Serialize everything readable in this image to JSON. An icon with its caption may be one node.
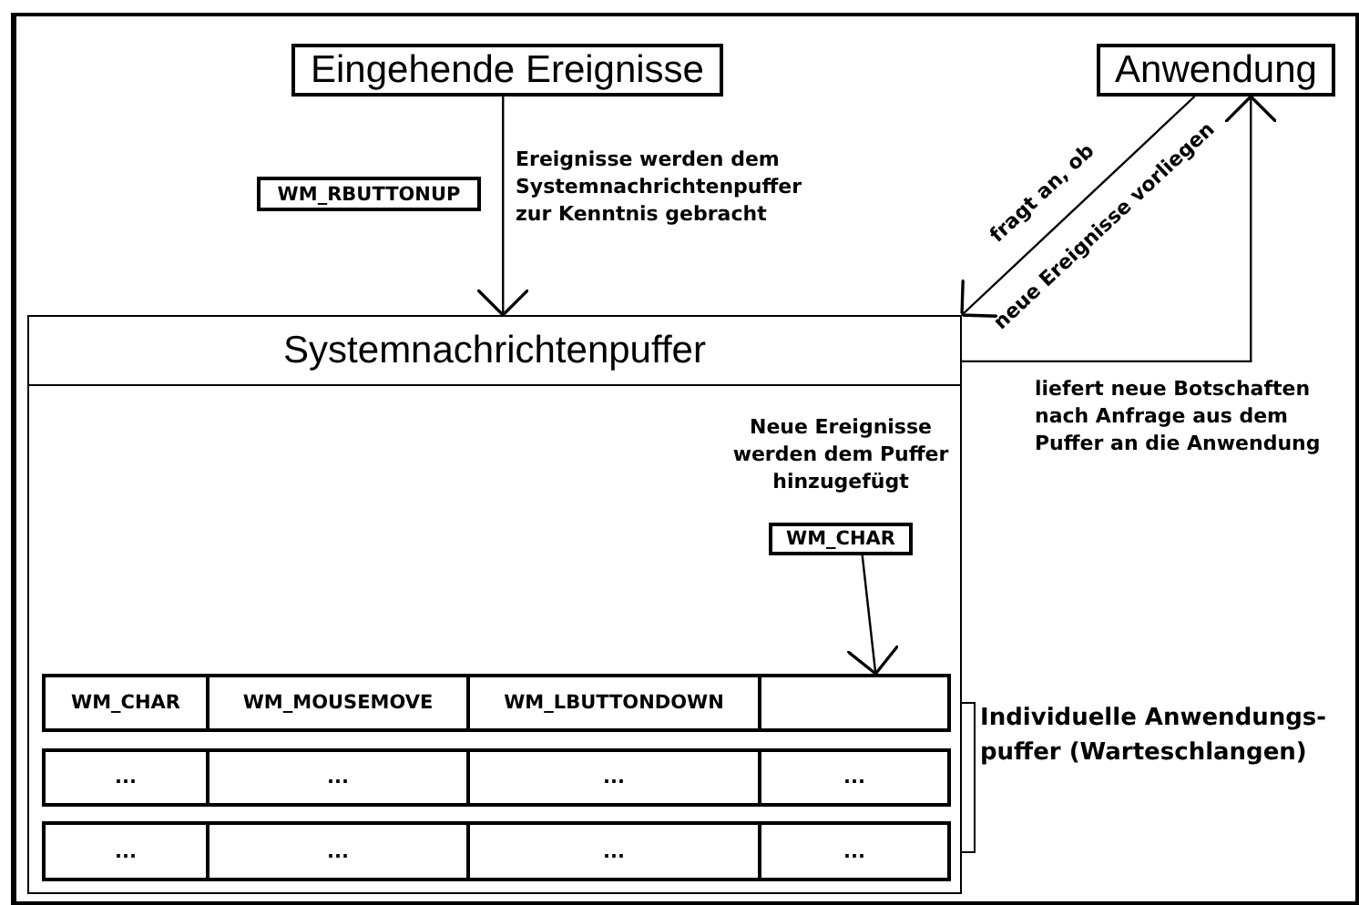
{
  "diagram": {
    "nodes": [
      {
        "text": [
          "Eingehende Ereignisse"
        ]
      },
      {
        "text": [
          "Anwendung"
        ]
      },
      {
        "text": [
          "WM_RBUTTONUP"
        ]
      },
      {
        "text": [
          "Systemnachrichtenpuffer"
        ]
      },
      {
        "text": [
          "WM_CHAR"
        ],
        "in": 3,
        "beside": [
          "Neue Ereignisse werden dem Puffer hinzugefügt"
        ]
      },
      {
        "text": [
          "WM_CHAR"
        ],
        "in": 3
      },
      {
        "text": [
          "WM_MOUSEMOVE"
        ],
        "in": 3
      },
      {
        "text": [
          "WM_LBUTTONDOWN"
        ],
        "in": 3
      },
      {
        "text": [],
        "shape": "box",
        "in": 3
      },
      {
        "text": [
          "..."
        ],
        "in": 3
      },
      {
        "text": [
          "..."
        ],
        "in": 3
      },
      {
        "text": [
          "..."
        ],
        "in": 3
      },
      {
        "text": [
          "..."
        ],
        "in": 3
      },
      {
        "text": [
          "..."
        ],
        "in": 3
      },
      {
        "text": [
          "..."
        ],
        "in": 3
      },
      {
        "text": [
          "..."
        ],
        "in": 3
      },
      {
        "text": [
          "..."
        ],
        "in": 3
      }
    ],
    "edges": [
      {
        "from": 0,
        "to": 3,
        "arrow": "to",
        "label": "Ereignisse werden dem Systemnachrichtenpuffer zur Kenntnis gebracht"
      },
      {
        "from": 1,
        "to": 3,
        "arrow": "to",
        "label": "fragt an, ob"
      },
      {
        "from": 3,
        "to": 1,
        "arrow": "to",
        "label": "liefert neue Botschaften nach Anfrage aus dem Puffer an die Anwendung"
      },
      {
        "from": 4,
        "to": 8,
        "arrow": "to"
      }
    ],
    "labels": [
      "neue Ereignisse vorliegen",
      "Individuelle Anwendungs- puffer (Warteschlangen)"
    ]
  }
}
